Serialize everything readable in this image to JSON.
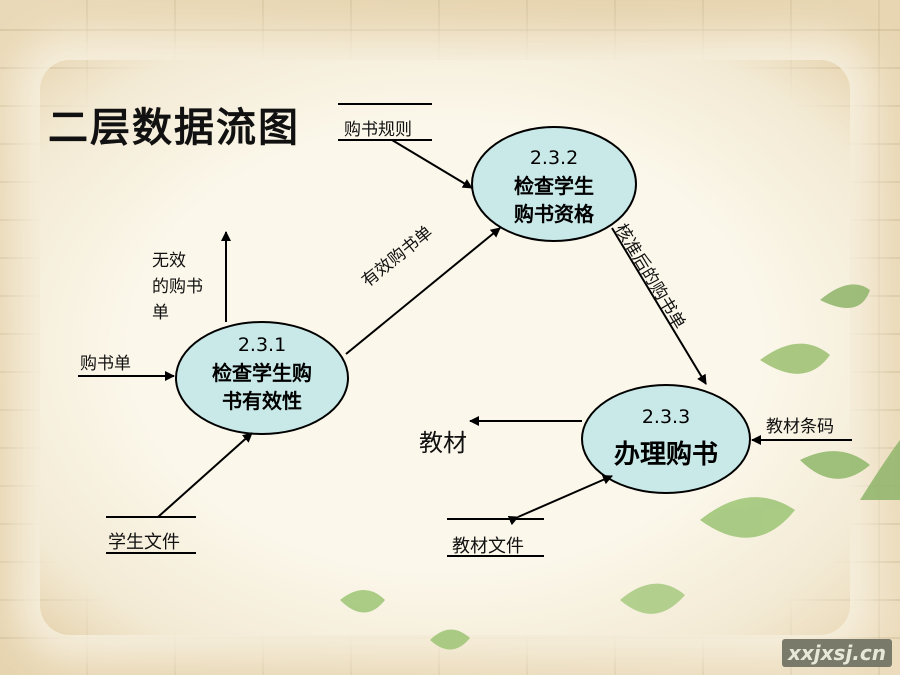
{
  "title": "二层数据流图",
  "nodes": {
    "n231": {
      "id": "2.3.1",
      "name_line1": "检查学生购",
      "name_line2": "书有效性"
    },
    "n232": {
      "id": "2.3.2",
      "name_line1": "检查学生",
      "name_line2": "购书资格"
    },
    "n233": {
      "id": "2.3.3",
      "name_line1": "办理购书"
    }
  },
  "stores": {
    "rules": "购书规则",
    "student_file": "学生文件",
    "textbook_file": "教材文件"
  },
  "flows": {
    "order_in": "购书单",
    "invalid_1": "无效",
    "invalid_2": "的购书",
    "invalid_3": "单",
    "valid_order": "有效购书单",
    "approved_order": "核准后的购书单",
    "textbook_out": "教材",
    "barcode_in": "教材条码"
  },
  "watermark": "xxjxsj.cn",
  "colors": {
    "node_fill": "#c9e8e8",
    "line": "#000000"
  }
}
